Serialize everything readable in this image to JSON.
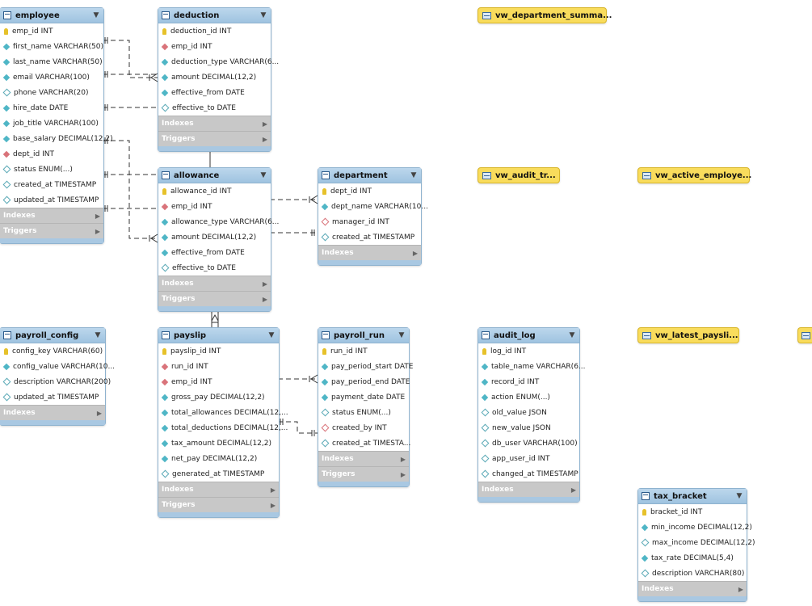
{
  "tables": {
    "employee": {
      "name": "employee",
      "columns": [
        {
          "key": "pk",
          "text": "emp_id INT"
        },
        {
          "key": "nn",
          "text": "first_name VARCHAR(50)"
        },
        {
          "key": "nn",
          "text": "last_name VARCHAR(50)"
        },
        {
          "key": "nn",
          "text": "email VARCHAR(100)"
        },
        {
          "key": "nl",
          "text": "phone VARCHAR(20)"
        },
        {
          "key": "nn",
          "text": "hire_date DATE"
        },
        {
          "key": "nn",
          "text": "job_title VARCHAR(100)"
        },
        {
          "key": "nn",
          "text": "base_salary DECIMAL(12,2)"
        },
        {
          "key": "fk",
          "text": "dept_id INT"
        },
        {
          "key": "nl",
          "text": "status ENUM(...)"
        },
        {
          "key": "nl",
          "text": "created_at TIMESTAMP"
        },
        {
          "key": "nl",
          "text": "updated_at TIMESTAMP"
        }
      ],
      "sections": [
        "Indexes",
        "Triggers"
      ]
    },
    "deduction": {
      "name": "deduction",
      "columns": [
        {
          "key": "pk",
          "text": "deduction_id INT"
        },
        {
          "key": "fk",
          "text": "emp_id INT"
        },
        {
          "key": "nn",
          "text": "deduction_type VARCHAR(6..."
        },
        {
          "key": "nn",
          "text": "amount DECIMAL(12,2)"
        },
        {
          "key": "nn",
          "text": "effective_from DATE"
        },
        {
          "key": "nl",
          "text": "effective_to DATE"
        }
      ],
      "sections": [
        "Indexes",
        "Triggers"
      ]
    },
    "allowance": {
      "name": "allowance",
      "columns": [
        {
          "key": "pk",
          "text": "allowance_id INT"
        },
        {
          "key": "fk",
          "text": "emp_id INT"
        },
        {
          "key": "nn",
          "text": "allowance_type VARCHAR(6..."
        },
        {
          "key": "nn",
          "text": "amount DECIMAL(12,2)"
        },
        {
          "key": "nn",
          "text": "effective_from DATE"
        },
        {
          "key": "nl",
          "text": "effective_to DATE"
        }
      ],
      "sections": [
        "Indexes",
        "Triggers"
      ]
    },
    "department": {
      "name": "department",
      "columns": [
        {
          "key": "pk",
          "text": "dept_id INT"
        },
        {
          "key": "nn",
          "text": "dept_name VARCHAR(10..."
        },
        {
          "key": "fkn",
          "text": "manager_id INT"
        },
        {
          "key": "nl",
          "text": "created_at TIMESTAMP"
        }
      ],
      "sections": [
        "Indexes"
      ]
    },
    "payroll_config": {
      "name": "payroll_config",
      "columns": [
        {
          "key": "pk",
          "text": "config_key VARCHAR(60)"
        },
        {
          "key": "nn",
          "text": "config_value VARCHAR(10..."
        },
        {
          "key": "nl",
          "text": "description VARCHAR(200)"
        },
        {
          "key": "nl",
          "text": "updated_at TIMESTAMP"
        }
      ],
      "sections": [
        "Indexes"
      ]
    },
    "payslip": {
      "name": "payslip",
      "columns": [
        {
          "key": "pk",
          "text": "payslip_id INT"
        },
        {
          "key": "fk",
          "text": "run_id INT"
        },
        {
          "key": "fk",
          "text": "emp_id INT"
        },
        {
          "key": "nn",
          "text": "gross_pay DECIMAL(12,2)"
        },
        {
          "key": "nn",
          "text": "total_allowances DECIMAL(12,..."
        },
        {
          "key": "nn",
          "text": "total_deductions DECIMAL(12,..."
        },
        {
          "key": "nn",
          "text": "tax_amount DECIMAL(12,2)"
        },
        {
          "key": "nn",
          "text": "net_pay DECIMAL(12,2)"
        },
        {
          "key": "nl",
          "text": "generated_at TIMESTAMP"
        }
      ],
      "sections": [
        "Indexes",
        "Triggers"
      ]
    },
    "payroll_run": {
      "name": "payroll_run",
      "columns": [
        {
          "key": "pk",
          "text": "run_id INT"
        },
        {
          "key": "nn",
          "text": "pay_period_start DATE"
        },
        {
          "key": "nn",
          "text": "pay_period_end DATE"
        },
        {
          "key": "nn",
          "text": "payment_date DATE"
        },
        {
          "key": "nl",
          "text": "status ENUM(...)"
        },
        {
          "key": "fkn",
          "text": "created_by INT"
        },
        {
          "key": "nl",
          "text": "created_at TIMESTA..."
        }
      ],
      "sections": [
        "Indexes",
        "Triggers"
      ]
    },
    "audit_log": {
      "name": "audit_log",
      "columns": [
        {
          "key": "pk",
          "text": "log_id INT"
        },
        {
          "key": "nn",
          "text": "table_name VARCHAR(6..."
        },
        {
          "key": "nn",
          "text": "record_id INT"
        },
        {
          "key": "nn",
          "text": "action ENUM(...)"
        },
        {
          "key": "nl",
          "text": "old_value JSON"
        },
        {
          "key": "nl",
          "text": "new_value JSON"
        },
        {
          "key": "nl",
          "text": "db_user VARCHAR(100)"
        },
        {
          "key": "nl",
          "text": "app_user_id INT"
        },
        {
          "key": "nl",
          "text": "changed_at TIMESTAMP"
        }
      ],
      "sections": [
        "Indexes"
      ]
    },
    "tax_bracket": {
      "name": "tax_bracket",
      "columns": [
        {
          "key": "pk",
          "text": "bracket_id INT"
        },
        {
          "key": "nn",
          "text": "min_income DECIMAL(12,2)"
        },
        {
          "key": "nl",
          "text": "max_income DECIMAL(12,2)"
        },
        {
          "key": "nn",
          "text": "tax_rate DECIMAL(5,4)"
        },
        {
          "key": "nl",
          "text": "description VARCHAR(80)"
        }
      ],
      "sections": [
        "Indexes"
      ]
    }
  },
  "views": {
    "vw_department_summary": "vw_department_summa...",
    "vw_audit_trail": "vw_audit_tr...",
    "vw_active_employees": "vw_active_employe...",
    "vw_latest_payslip": "vw_latest_paysli...",
    "vw_offscreen": ""
  },
  "colors": {
    "table_header": "#9fc3e0",
    "view_fill": "#f9dc5c",
    "section_fill": "#c8c8c8",
    "primary_key": "#e6c12a",
    "foreign_key": "#d9737a",
    "not_null": "#4fb6c6"
  }
}
